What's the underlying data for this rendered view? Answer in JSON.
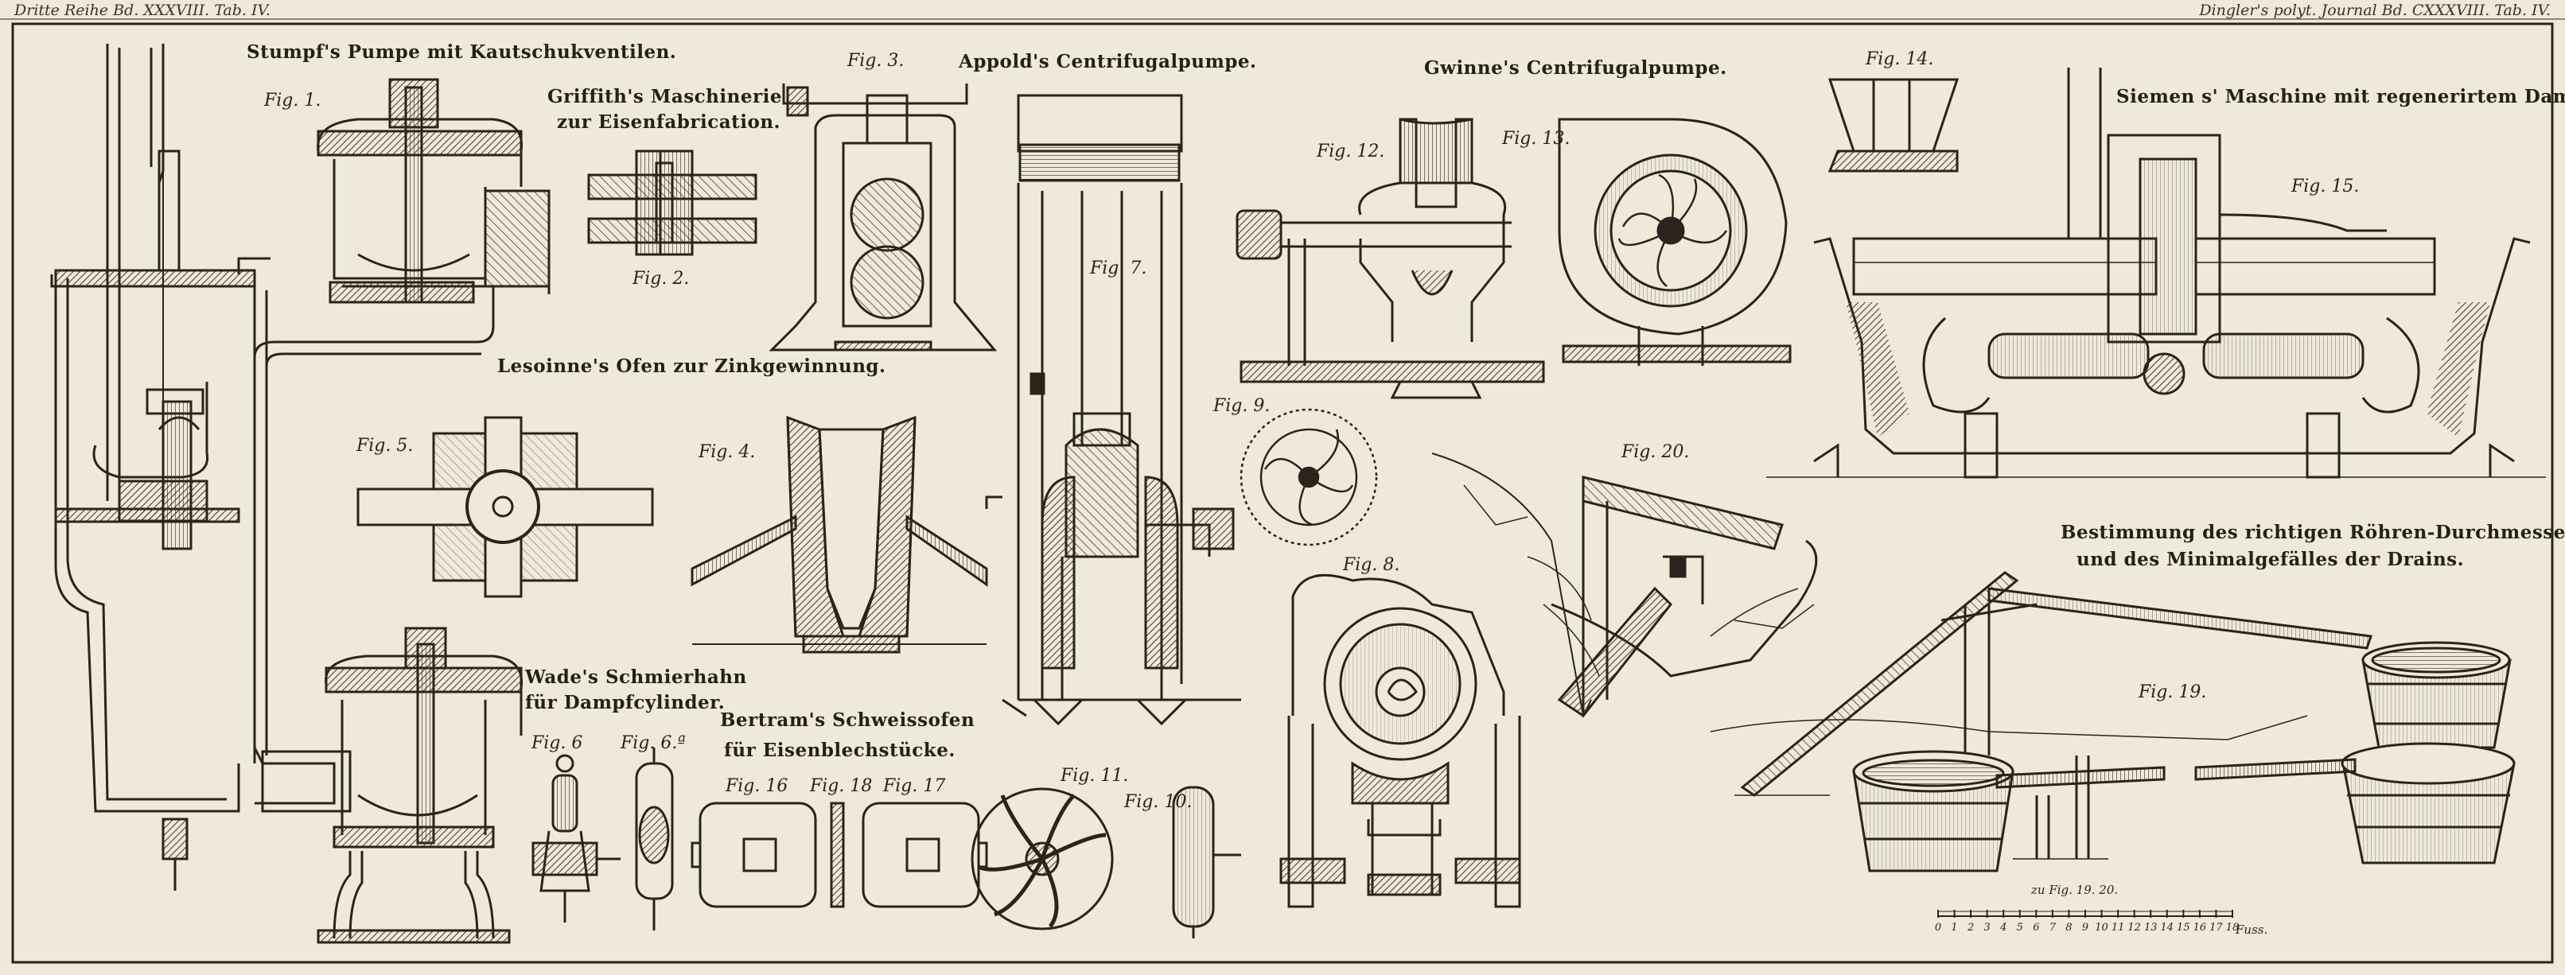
{
  "header": {
    "left": "Dritte Reihe Bd. XXXVIII. Tab. IV.",
    "right": "Dingler's polyt. Journal Bd. CXXXVIII. Tab. IV."
  },
  "titles": {
    "stumpf": "Stumpf's Pumpe mit Kautschukventilen.",
    "griffith_1": "Griffith's Maschinerie",
    "griffith_2": "zur Eisenfabrication.",
    "appold": "Appold's Centrifugalpumpe.",
    "gwinne": "Gwinne's Centrifugalpumpe.",
    "siemens": "Siemen s' Maschine mit regenerirtem Dampf.",
    "lesoinne": "Lesoinne's Ofen zur Zinkgewinnung.",
    "wade_1": "Wade's Schmierhahn",
    "wade_2": "für Dampfcylinder.",
    "bertram_1": "Bertram's Schweissofen",
    "bertram_2": "für Eisenblechstücke.",
    "bestimmung_1": "Bestimmung des richtigen Röhren-Durchmessers",
    "bestimmung_2": "und des Minimalgefälles der Drains."
  },
  "figures": {
    "fig1": "Fig. 1.",
    "fig2": "Fig. 2.",
    "fig3": "Fig. 3.",
    "fig4": "Fig. 4.",
    "fig5": "Fig. 5.",
    "fig6": "Fig. 6",
    "fig6a": "Fig. 6.ª",
    "fig7": "Fig. 7.",
    "fig8": "Fig. 8.",
    "fig9": "Fig. 9.",
    "fig10": "Fig. 10.",
    "fig11": "Fig. 11.",
    "fig12": "Fig. 12.",
    "fig13": "Fig. 13.",
    "fig14": "Fig. 14.",
    "fig15": "Fig. 15.",
    "fig16": "Fig. 16",
    "fig17": "Fig. 17",
    "fig18": "Fig. 18",
    "fig19": "Fig. 19.",
    "fig20": "Fig. 20."
  },
  "scale": {
    "label": "zu Fig. 19. 20.",
    "ticks": [
      "0",
      "1",
      "2",
      "3",
      "4",
      "5",
      "6",
      "7",
      "8",
      "9",
      "10",
      "11",
      "12",
      "13",
      "14",
      "15",
      "16",
      "17",
      "18"
    ],
    "unit": "Fuss."
  },
  "colors": {
    "paper": "#eee9d9",
    "ink": "#2a241c",
    "hatch": "#4a4236",
    "liquid": "#6c6252"
  }
}
